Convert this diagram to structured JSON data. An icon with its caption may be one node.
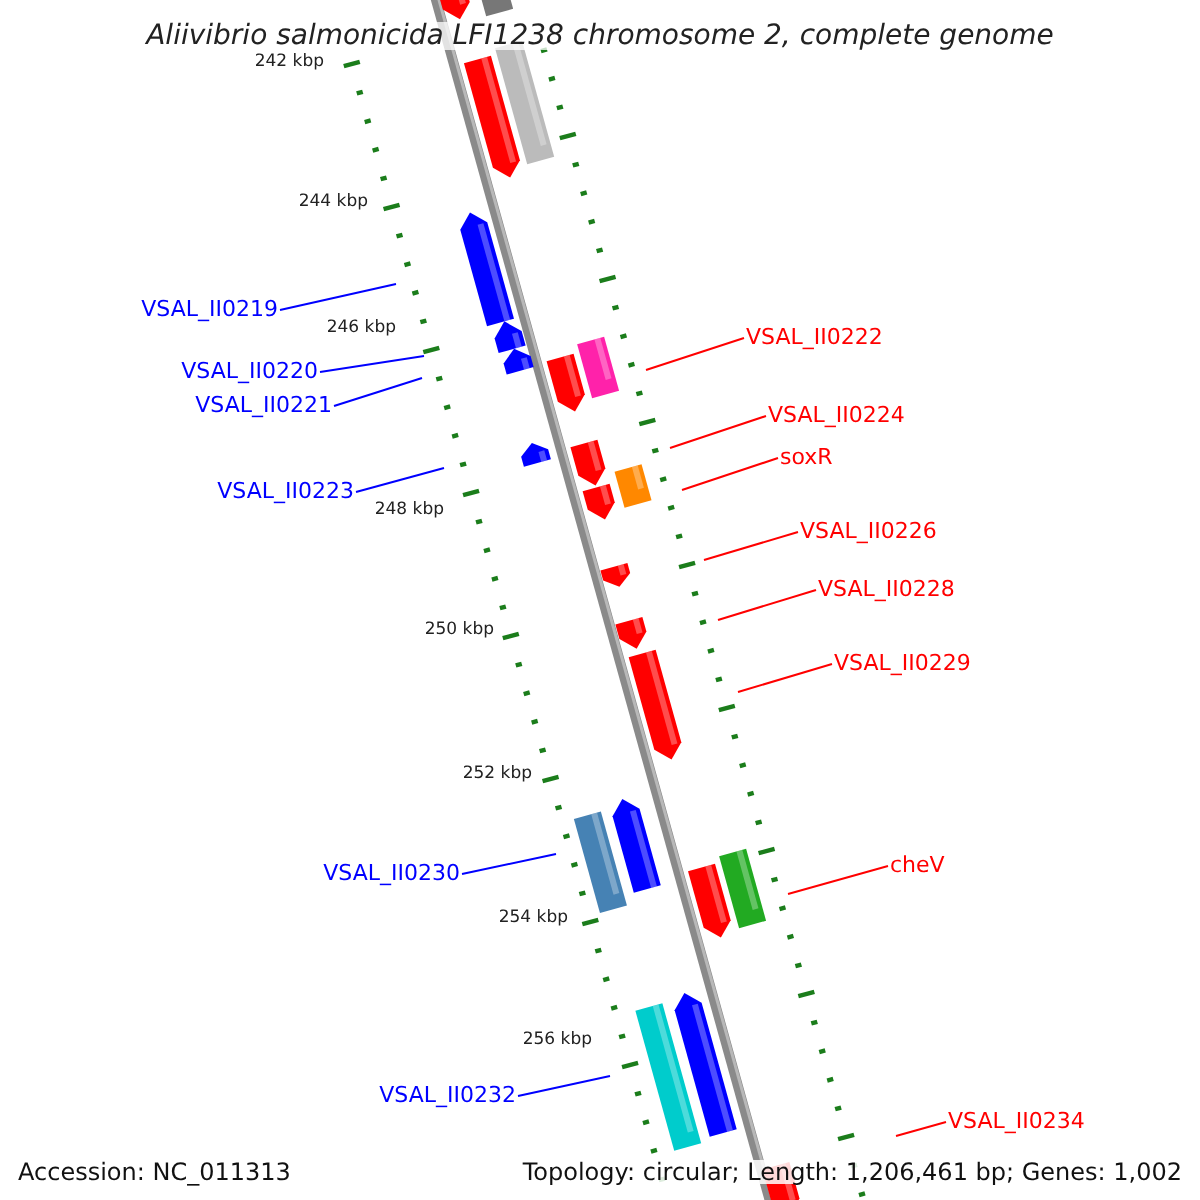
{
  "diagram": {
    "title": "Aliivibrio salmonicida LFI1238 chromosome 2, complete genome",
    "nodes": [
      {
        "text": [
          "VSAL_II0219"
        ]
      },
      {
        "text": [
          "VSAL_II0222"
        ]
      },
      {
        "text": [
          "VSAL_II0220"
        ]
      },
      {
        "text": [
          "VSAL_II0221"
        ]
      },
      {
        "text": [
          "VSAL_II0224"
        ]
      },
      {
        "text": [
          "soxR"
        ]
      },
      {
        "text": [
          "VSAL_II0223"
        ]
      },
      {
        "text": [
          "VSAL_II0226"
        ]
      },
      {
        "text": [
          "VSAL_II0228"
        ]
      },
      {
        "text": [
          "VSAL_II0229"
        ]
      },
      {
        "text": [
          "cheV"
        ]
      },
      {
        "text": [
          "VSAL_II0230"
        ]
      },
      {
        "text": [
          "VSAL_II0232"
        ]
      },
      {
        "text": [
          "VSAL_II0234"
        ]
      }
    ],
    "edges": [
      {
        "from": 0,
        "to": null,
        "arrow": "none",
        "color": "#0000ff"
      },
      {
        "from": 1,
        "to": null,
        "arrow": "none"
      },
      {
        "from": 2,
        "to": null,
        "arrow": "none",
        "color": "#0000ff"
      },
      {
        "from": 3,
        "to": null,
        "arrow": "none",
        "color": "#0000ff"
      },
      {
        "from": 4,
        "to": null,
        "arrow": "none"
      },
      {
        "from": 5,
        "to": null,
        "arrow": "none"
      },
      {
        "from": 6,
        "to": null,
        "arrow": "none",
        "color": "#0000ff"
      },
      {
        "from": 7,
        "to": null,
        "arrow": "none"
      },
      {
        "from": 8,
        "to": null,
        "arrow": "none"
      },
      {
        "from": 9,
        "to": null,
        "arrow": "none"
      },
      {
        "from": 10,
        "to": null,
        "arrow": "none"
      },
      {
        "from": 11,
        "to": null,
        "arrow": "none",
        "color": "#0000ff"
      },
      {
        "from": 12,
        "to": null,
        "arrow": "none",
        "color": "#0000ff"
      },
      {
        "from": 13,
        "to": null,
        "arrow": "none"
      }
    ],
    "labels": [
      "242 kbp",
      "244 kbp",
      "246 kbp",
      "248 kbp",
      "250 kbp",
      "252 kbp",
      "254 kbp",
      "256 kbp",
      "Accession: NC_011313",
      "Topology: circular; Length: 1,206,461 bp; Genes: 1,002"
    ]
  }
}
